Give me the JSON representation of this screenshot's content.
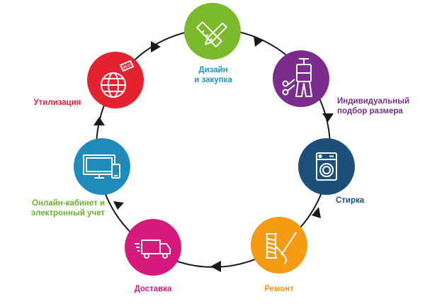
{
  "colors": {
    "ring": "#1a1a1a",
    "design": "#7ab929",
    "sizing": "#7b2d8e",
    "laundry": "#1d4f7a",
    "repair": "#f49b13",
    "delivery": "#d61a7d",
    "online": "#1f8bbd",
    "recycling": "#e52330",
    "label_design": "#2196c8",
    "label_online": "#6eae33"
  },
  "steps": [
    {
      "id": "design",
      "icon": "ruler-pencil-icon",
      "label_lines": [
        "Дизайн",
        "и закупка"
      ]
    },
    {
      "id": "sizing",
      "icon": "mannequin-scissors-icon",
      "label_lines": [
        "Индивидуальный",
        "подбор размера"
      ]
    },
    {
      "id": "laundry",
      "icon": "washing-machine-icon",
      "label_lines": [
        "Стирка"
      ]
    },
    {
      "id": "repair",
      "icon": "thread-needle-icon",
      "label_lines": [
        "Ремонт"
      ]
    },
    {
      "id": "delivery",
      "icon": "delivery-truck-icon",
      "label_lines": [
        "Доставка"
      ]
    },
    {
      "id": "online",
      "icon": "monitor-devices-icon",
      "label_lines": [
        "Онлайн-кабинет и",
        "электронный учет"
      ]
    },
    {
      "id": "recycling",
      "icon": "globe-eco-icon",
      "label_lines": [
        "Утилизация"
      ]
    }
  ],
  "eco_tag": "ECO"
}
